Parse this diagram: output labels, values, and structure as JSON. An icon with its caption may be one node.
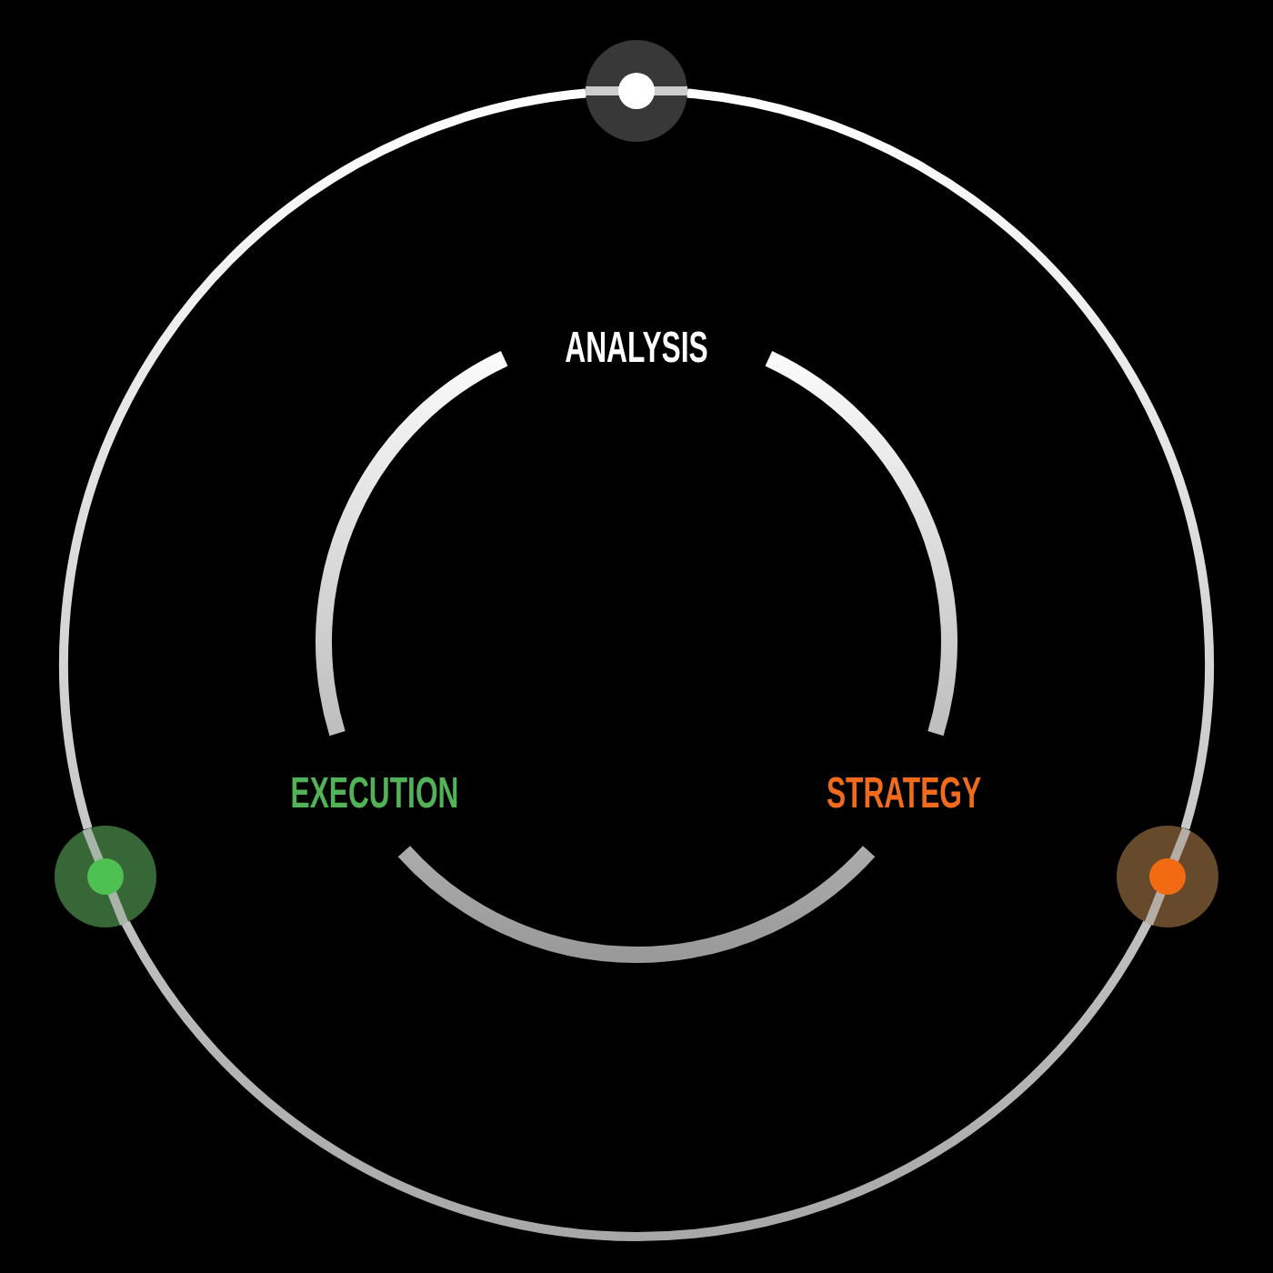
{
  "diagram": {
    "nodes": [
      {
        "text": [
          "ANALYSIS"
        ]
      },
      {
        "text": [
          "STRATEGY"
        ]
      },
      {
        "text": [
          "EXECUTION"
        ]
      },
      {
        "text": [],
        "shape": "circle"
      },
      {
        "text": [],
        "shape": "circle"
      },
      {
        "text": [],
        "shape": "circle"
      }
    ],
    "edges": [
      {
        "from": 0,
        "to": 1,
        "arrow": "none"
      },
      {
        "from": 1,
        "to": 2,
        "arrow": "none"
      },
      {
        "from": 2,
        "to": 0,
        "arrow": "none"
      },
      {
        "from": 4,
        "to": 5,
        "arrow": "none"
      },
      {
        "from": 5,
        "to": 3,
        "arrow": "none"
      },
      {
        "from": 3,
        "to": 4,
        "arrow": "none"
      }
    ]
  }
}
